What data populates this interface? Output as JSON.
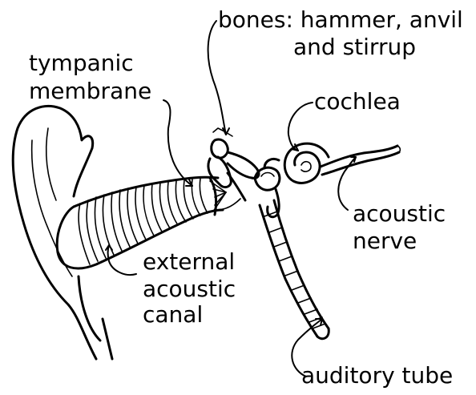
{
  "labels": {
    "bones_line1": "bones: hammer, anvil",
    "bones_line2": "and stirrup",
    "tympanic_line1": "tympanic",
    "tympanic_line2": "membrane",
    "cochlea": "cochlea",
    "acoustic_nerve_line1": "acoustic",
    "acoustic_nerve_line2": "nerve",
    "external_line1": "external",
    "external_line2": "acoustic",
    "external_line3": "canal",
    "auditory_tube": "auditory tube"
  },
  "colors": {
    "ink": "#000000",
    "background": "#ffffff"
  }
}
